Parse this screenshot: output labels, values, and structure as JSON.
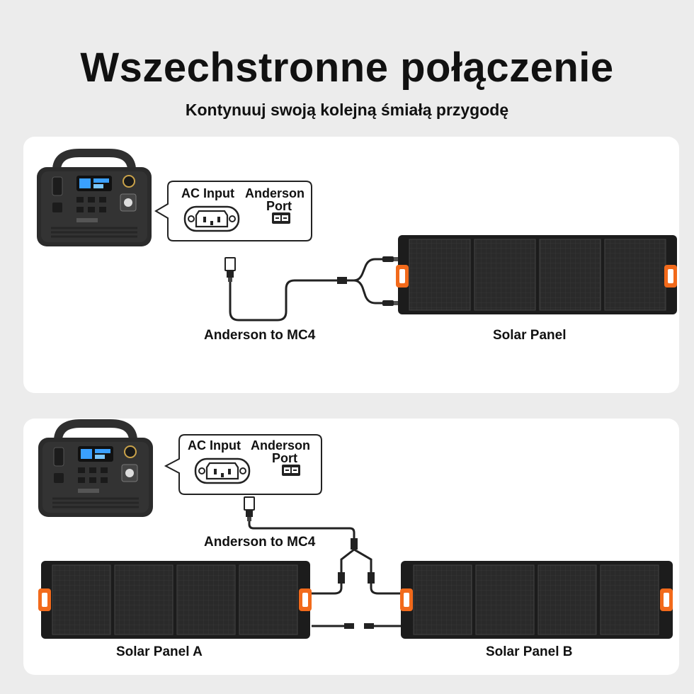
{
  "header": {
    "title": "Wszechstronne połączenie",
    "subtitle": "Kontynuuj swoją kolejną śmiałą przygodę"
  },
  "diagram1": {
    "ac_input_label": "AC Input",
    "anderson_label": "Anderson",
    "port_label": "Port",
    "cable_label": "Anderson to MC4",
    "panel_label": "Solar Panel"
  },
  "diagram2": {
    "ac_input_label": "AC Input",
    "anderson_label": "Anderson",
    "port_label": "Port",
    "cable_label": "Anderson to MC4",
    "panel_a_label": "Solar Panel A",
    "panel_b_label": "Solar Panel B"
  },
  "colors": {
    "accent_orange": "#f26a1b",
    "panel_dark": "#1f1f1f",
    "cell_dark": "#2c2c2c",
    "station_body": "#2b2b2b",
    "screen_blue": "#3aa0ff"
  }
}
